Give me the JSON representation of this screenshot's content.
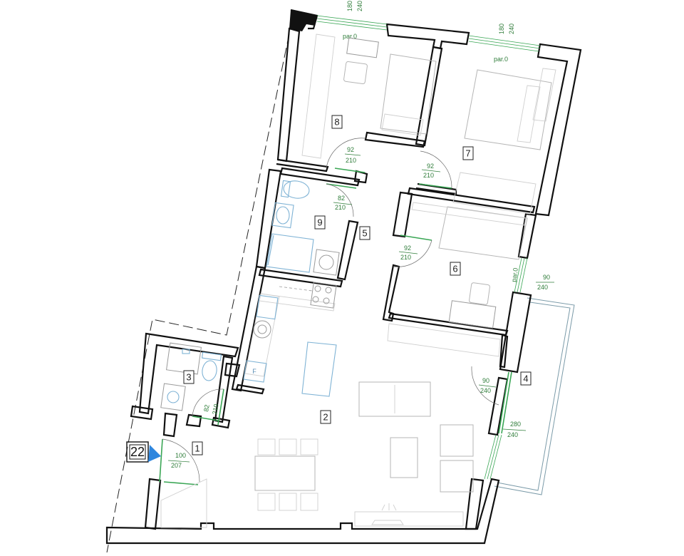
{
  "apartment": {
    "number": "22",
    "entrance_marker_color": "#2e86de"
  },
  "rooms": [
    {
      "id": "1",
      "label": "1"
    },
    {
      "id": "2",
      "label": "2"
    },
    {
      "id": "3",
      "label": "3"
    },
    {
      "id": "4",
      "label": "4"
    },
    {
      "id": "5",
      "label": "5"
    },
    {
      "id": "6",
      "label": "6"
    },
    {
      "id": "7",
      "label": "7"
    },
    {
      "id": "8",
      "label": "8"
    },
    {
      "id": "9",
      "label": "9"
    }
  ],
  "doors": [
    {
      "id": "entry",
      "width": "100",
      "height": "207"
    },
    {
      "id": "bath3",
      "width": "82",
      "height": "210"
    },
    {
      "id": "room8",
      "width": "92",
      "height": "210"
    },
    {
      "id": "room7",
      "width": "92",
      "height": "210"
    },
    {
      "id": "bath9",
      "width": "82",
      "height": "210"
    },
    {
      "id": "room6",
      "width": "92",
      "height": "210"
    },
    {
      "id": "balcony-door-upper",
      "width": "90",
      "height": "240"
    },
    {
      "id": "balcony-door-lower",
      "width": "280",
      "height": "240"
    }
  ],
  "windows": [
    {
      "id": "win8",
      "width": "180",
      "height": "240",
      "sill": "par.0"
    },
    {
      "id": "win7",
      "width": "180",
      "height": "240",
      "sill": "par.0"
    },
    {
      "id": "win6",
      "width": "90",
      "height": "240",
      "sill": "par.0"
    }
  ],
  "fixtures": {
    "fridge_label": "F"
  }
}
